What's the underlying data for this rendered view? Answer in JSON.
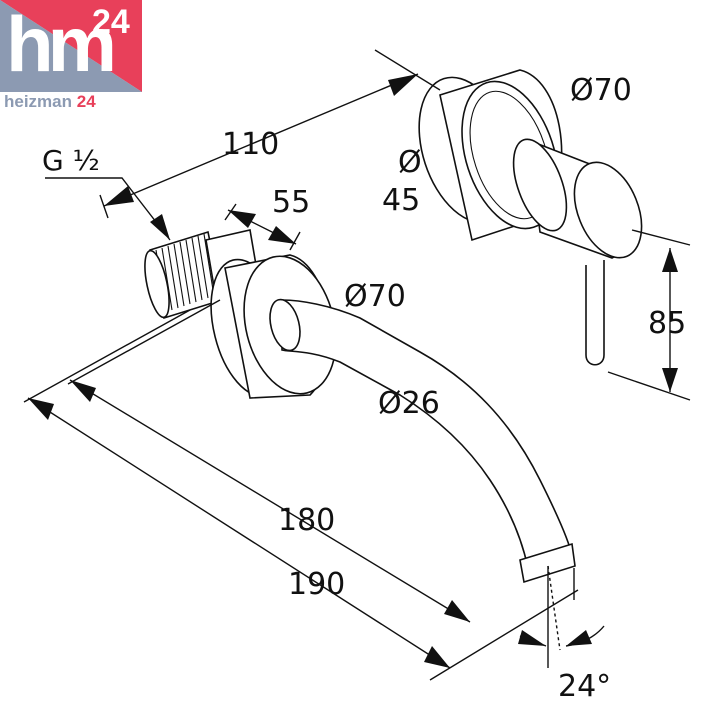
{
  "logo": {
    "brand_mark": "hm",
    "brand_number": "24",
    "brand_text": "heizman",
    "brand_text_number": " 24",
    "colors": {
      "red": "#e8405a",
      "blue": "#8c9ab2"
    }
  },
  "labels": {
    "thread": "G ½",
    "dim_110": "110",
    "dim_55": "55",
    "diam_70_handle": "Ø70",
    "diam_45_symbol": "Ø",
    "diam_45_value": "45",
    "diam_70_spout": "Ø70",
    "diam_26": "Ø26",
    "dim_85": "85",
    "dim_180": "180",
    "dim_190": "190",
    "angle_24": "24°"
  }
}
